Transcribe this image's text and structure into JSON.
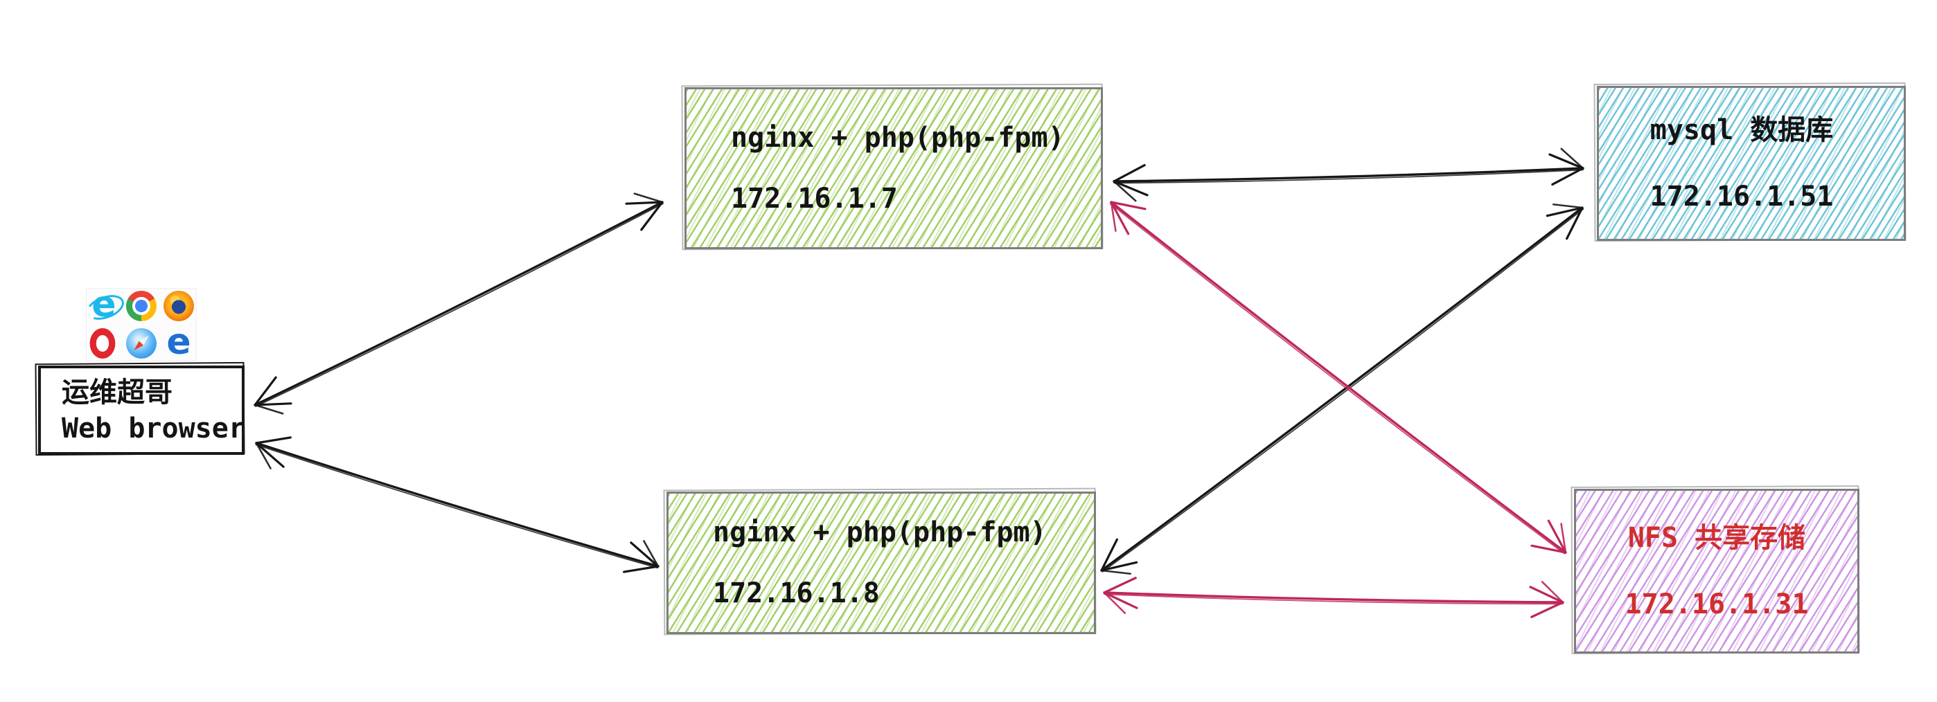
{
  "diagram": {
    "client": {
      "browser_icons": [
        "internet-explorer",
        "chrome",
        "firefox",
        "opera",
        "safari",
        "edge"
      ],
      "ie_glyph": "e",
      "edge_glyph": "e",
      "name_line1": "运维超哥",
      "name_line2": "Web browser"
    },
    "nodes": {
      "web1": {
        "title": "nginx + php(php-fpm)",
        "ip": "172.16.1.7"
      },
      "web2": {
        "title": "nginx + php(php-fpm)",
        "ip": "172.16.1.8"
      },
      "db": {
        "title": "mysql 数据库",
        "ip": "172.16.1.51"
      },
      "nfs": {
        "title": "NFS 共享存储",
        "ip": "172.16.1.31"
      }
    },
    "connections": [
      {
        "from": "web-browser",
        "to": "nginx-172.16.1.7",
        "style": "black",
        "bidirectional": true
      },
      {
        "from": "web-browser",
        "to": "nginx-172.16.1.8",
        "style": "black",
        "bidirectional": true
      },
      {
        "from": "nginx-172.16.1.7",
        "to": "mysql-172.16.1.51",
        "style": "black",
        "bidirectional": true
      },
      {
        "from": "nginx-172.16.1.8",
        "to": "mysql-172.16.1.51",
        "style": "black",
        "bidirectional": true
      },
      {
        "from": "nginx-172.16.1.7",
        "to": "nfs-172.16.1.31",
        "style": "crimson",
        "bidirectional": true
      },
      {
        "from": "nginx-172.16.1.8",
        "to": "nfs-172.16.1.31",
        "style": "crimson",
        "bidirectional": true
      }
    ],
    "colors": {
      "web_fill_hatch": "#9acd5c",
      "db_fill_hatch": "#5cbed4",
      "nfs_fill_hatch": "#c682e0",
      "nfs_text": "#d02e2e",
      "arrow_black": "#161616",
      "arrow_crimson": "#bd2757",
      "box_border": "#7d7d7d",
      "client_border": "#181818"
    }
  }
}
